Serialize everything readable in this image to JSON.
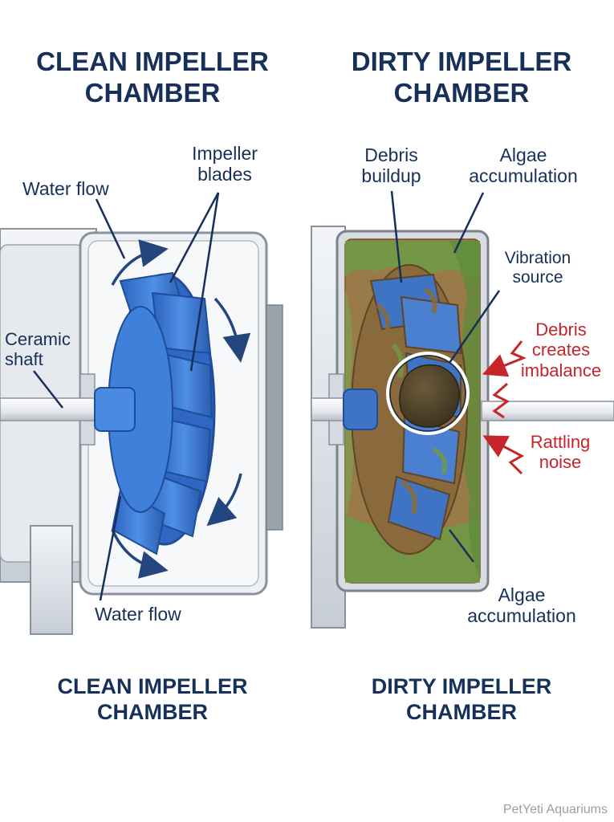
{
  "titles": {
    "clean_top": "CLEAN IMPELLER CHAMBER",
    "dirty_top": "DIRTY IMPELLER CHAMBER",
    "clean_bottom": "CLEAN IMPELLER CHAMBER",
    "dirty_bottom": "DIRTY IMPELLER CHAMBER"
  },
  "clean_labels": {
    "water_flow_top": "Water flow",
    "impeller_blades": "Impeller blades",
    "ceramic_shaft": "Ceramic shaft",
    "water_flow_bottom": "Water flow"
  },
  "dirty_labels": {
    "debris_buildup": "Debris buildup",
    "algae_top": "Algae accumulation",
    "vibration_source": "Vibration source",
    "debris_imbalance": "Debris creates imbalance",
    "rattling_noise": "Rattling noise",
    "algae_bottom": "Algae accumulation"
  },
  "watermark": "PetYeti Aquariums",
  "colors": {
    "title_navy": "#16305a",
    "impeller_blue": "#3b78d4",
    "warning_red": "#c6252a",
    "debris_brown": "#8a6a3c",
    "algae_green": "#6f9a45"
  }
}
